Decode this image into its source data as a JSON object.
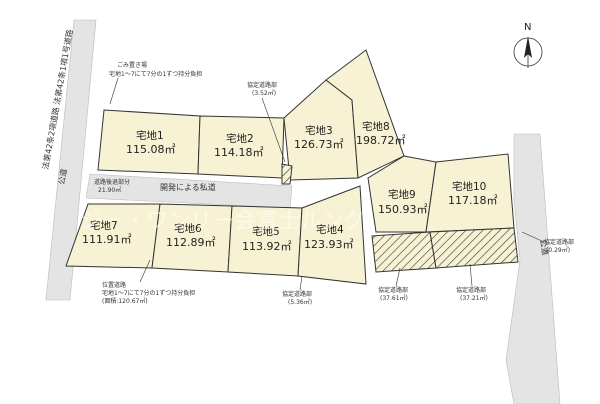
{
  "north_label": "N",
  "roads": {
    "public_road_left": "公道",
    "public_road_right": "公道",
    "vertical_road": "法第42条2項道路 法第42条1項1号道路",
    "private_road": "開発による私道"
  },
  "lots": [
    {
      "name": "宅地1",
      "area": "115.08㎡"
    },
    {
      "name": "宅地2",
      "area": "114.18㎡"
    },
    {
      "name": "宅地3",
      "area": "126.73㎡"
    },
    {
      "name": "宅地8",
      "area": "198.72㎡"
    },
    {
      "name": "宅地9",
      "area": "150.93㎡"
    },
    {
      "name": "宅地10",
      "area": "117.18㎡"
    },
    {
      "name": "宅地7",
      "area": "111.91㎡"
    },
    {
      "name": "宅地6",
      "area": "112.89㎡"
    },
    {
      "name": "宅地5",
      "area": "113.92㎡"
    },
    {
      "name": "宅地4",
      "area": "123.93㎡"
    }
  ],
  "notes": {
    "garbage_1": "ごみ置き場",
    "garbage_2": "宅地1〜7にて7分の1ずつ持分負担",
    "road_expand_1": "道路後退部分",
    "road_expand_2": "21.90㎡",
    "private_road_1": "位置道路",
    "private_road_2": "宅地1〜7にて7分の1ずつ持分負担",
    "private_road_3": "(面積:120.67㎡)",
    "designated_a_1": "協定道路部",
    "designated_a_2": "(3.52㎡)",
    "designated_b_1": "協定道路部",
    "designated_b_2": "(5.36㎡)",
    "designated_c_1": "協定道路部",
    "designated_c_2": "(37.61㎡)",
    "designated_d_1": "協定道路部",
    "designated_d_2": "(37.21㎡)",
    "designated_e_1": "協定道路部",
    "designated_e_2": "(0.29㎡)"
  },
  "watermark": "ジー・ワンリー会富士ルング",
  "colors": {
    "lot_fill": "#f7f2d4",
    "road_fill": "#e4e4e4",
    "line": "#333333"
  }
}
